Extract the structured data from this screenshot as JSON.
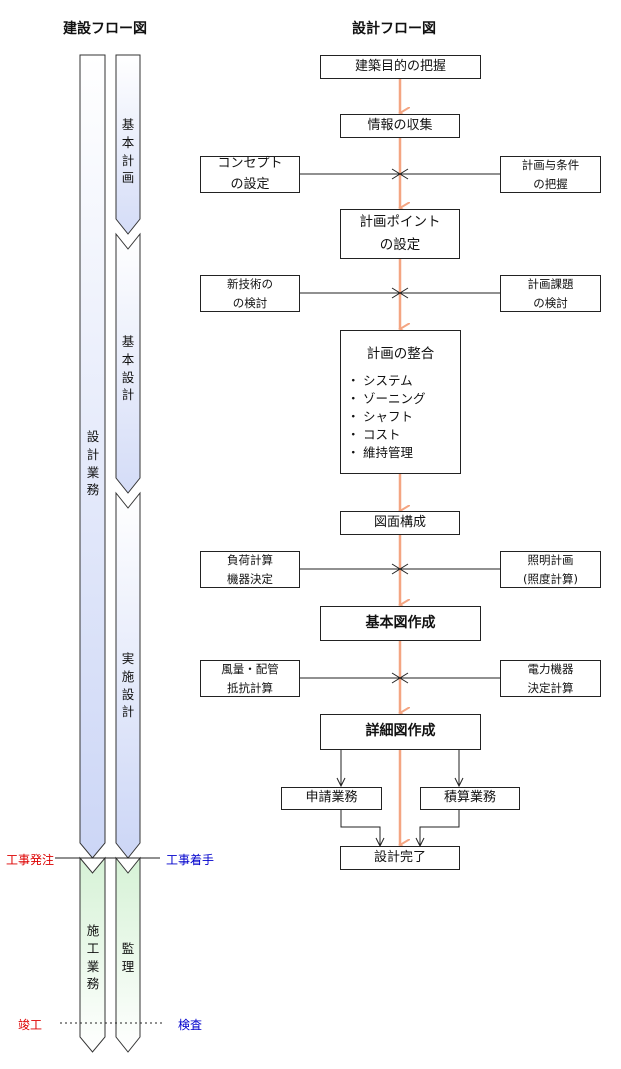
{
  "headings": {
    "construction": "建設フロー図",
    "design": "設計フロー図"
  },
  "construction_flow": {
    "design_work": "設計業務",
    "basic_plan": "基本計画",
    "basic_design": "基本設計",
    "detail_design": "実施設計",
    "construction_work": "施工業務",
    "supervision": "監理",
    "order_label": "工事発注",
    "start_label": "工事着手",
    "completion_label": "竣工",
    "inspection_label": "検査"
  },
  "design_flow": {
    "purpose": "建築目的の把握",
    "info": "情報の収集",
    "concept": {
      "line1": "コンセプト",
      "line2": "の設定"
    },
    "conditions": {
      "line1": "計画与条件",
      "line2": "の把握"
    },
    "points": {
      "line1": "計画ポイント",
      "line2": "の設定"
    },
    "newtech": {
      "line1": "新技術の",
      "line2": "の検討"
    },
    "issues": {
      "line1": "計画課題",
      "line2": "の検討"
    },
    "integration": {
      "title": "計画の整合",
      "items": [
        "システム",
        "ゾーニング",
        "シャフト",
        "コスト",
        "維持管理"
      ],
      "bullet": "・"
    },
    "drawing": "図面構成",
    "load": {
      "line1": "負荷計算",
      "line2": "機器決定"
    },
    "lighting": {
      "line1": "照明計画",
      "line2": "(照度計算)"
    },
    "basic_drawing": "基本図作成",
    "wind": {
      "line1": "風量・配管",
      "line2": "抵抗計算"
    },
    "power": {
      "line1": "電力機器",
      "line2": "決定計算"
    },
    "detail_drawing": "詳細図作成",
    "application": "申請業務",
    "estimate": "積算業務",
    "completion": "設計完了"
  },
  "colors": {
    "main_arrow": "#f4a582",
    "order_text": "#dd0000",
    "start_text": "#0000cc",
    "design_band": "#ccd6f6",
    "construction_band": "#d6f2d6"
  }
}
